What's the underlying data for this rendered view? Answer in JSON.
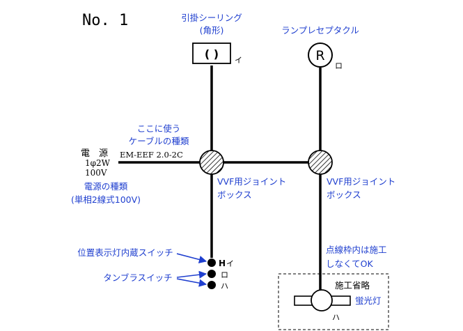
{
  "diagram": {
    "title": "No. 1",
    "ceiling_rosette": {
      "label_line1": "引掛シーリング",
      "label_line2": "(角形)",
      "symbol": "( )",
      "tag": "イ"
    },
    "lamp_receptacle": {
      "label": "ランプレセプタクル",
      "symbol": "R",
      "tag": "ロ"
    },
    "cable_note": {
      "line1": "ここに使う",
      "line2": "ケーブルの種類"
    },
    "power_source": {
      "label": "電　源",
      "phase": "1φ2W",
      "voltage": "100V",
      "cable": "EM-EEF 2.0-2C",
      "type_line1": "電源の種類",
      "type_line2": "(単相2線式100V)"
    },
    "junction_box_1": {
      "line1": "VVF用ジョイント",
      "line2": "ボックス"
    },
    "junction_box_2": {
      "line1": "VVF用ジョイント",
      "line2": "ボックス"
    },
    "pilot_switch_note": "位置表示灯内蔵スイッチ",
    "tumbler_switch_note": "タンブラスイッチ",
    "switches": [
      {
        "prefix": "H",
        "tag": "イ"
      },
      {
        "prefix": "",
        "tag": "ロ"
      },
      {
        "prefix": "",
        "tag": "ハ"
      }
    ],
    "omit_note": {
      "line1": "点線枠内は施工",
      "line2": "しなくてOK"
    },
    "omitted_area": "施工省略",
    "fluorescent": {
      "label": "蛍光灯",
      "tag": "ハ"
    },
    "colors": {
      "annotation": "#1f3fcf",
      "line": "#000000"
    }
  }
}
